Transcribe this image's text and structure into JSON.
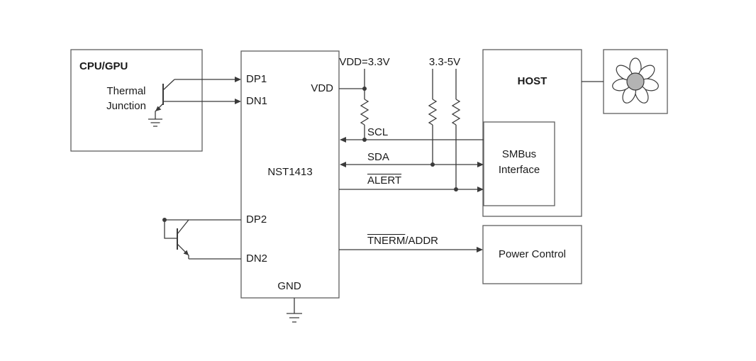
{
  "colors": {
    "background": "#ffffff",
    "text": "#1a1a1a",
    "wire": "#3a3a3a",
    "box_border": "#5f5f5f",
    "fan_hub": "#b3b3b3"
  },
  "blocks": {
    "cpu": {
      "title": "CPU/GPU",
      "label": "Thermal Junction"
    },
    "chip": {
      "name": "NST1413",
      "pin_dp1": "DP1",
      "pin_dn1": "DN1",
      "pin_vdd": "VDD",
      "pin_dp2": "DP2",
      "pin_dn2": "DN2",
      "pin_gnd": "GND"
    },
    "host": {
      "title": "HOST",
      "smbus_label": "SMBus Interface"
    },
    "power_control": {
      "title": "Power Control"
    }
  },
  "rails": {
    "vdd": "VDD=3.3V",
    "bus": "3.3-5V"
  },
  "signals": {
    "scl": "SCL",
    "sda": "SDA",
    "alert": "ALERT",
    "therm": "TNERM",
    "therm_suffix": "/ADDR"
  },
  "icons": {
    "fan": "fan-icon",
    "ground": "ground-icon",
    "resistor": "resistor-icon",
    "transistor": "bjt-transistor-icon"
  }
}
